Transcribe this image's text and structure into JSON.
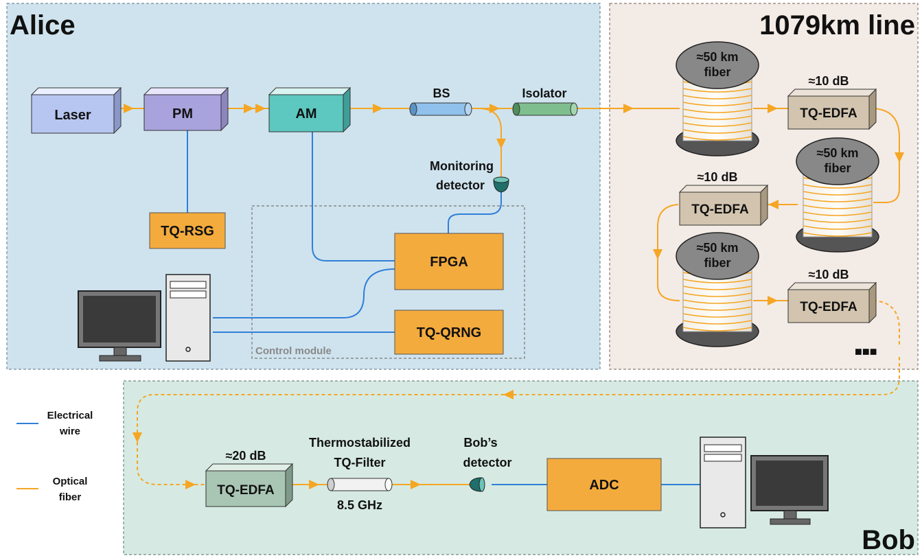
{
  "regions": {
    "alice": "Alice",
    "line": "1079km line",
    "bob": "Bob",
    "control_module": "Control module"
  },
  "components": {
    "laser": "Laser",
    "pm": "PM",
    "am": "AM",
    "bs": "BS",
    "isolator": "Isolator",
    "monitor_1": "Monitoring",
    "monitor_2": "detector",
    "rsg": "TQ-RSG",
    "fpga": "FPGA",
    "qrng": "TQ-QRNG",
    "edfa": "TQ-EDFA",
    "filter_1": "Thermostabilized",
    "filter_2": "TQ-Filter",
    "filter_bw": "8.5 GHz",
    "bob_det_1": "Bob’s",
    "bob_det_2": "detector",
    "adc": "ADC"
  },
  "spools": {
    "line1": "≈50 km",
    "line2": "fiber"
  },
  "gains": {
    "edfa_line": "≈10 dB",
    "edfa_bob": "≈20 dB"
  },
  "ellipsis": "■■■",
  "legend": {
    "electrical_1": "Electrical",
    "electrical_2": "wire",
    "optical_1": "Optical",
    "optical_2": "fiber"
  },
  "colors": {
    "alice_bg": "#cfe3ee",
    "line_bg": "#f3ebe6",
    "bob_bg": "#d6eae3",
    "optical": "#f5a623",
    "electrical": "#2f7fd8",
    "orange_box": "#f4ab3d"
  }
}
